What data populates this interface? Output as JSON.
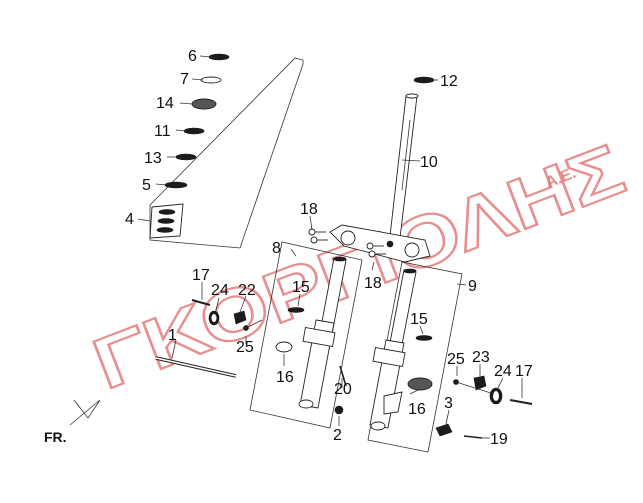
{
  "watermark": {
    "name": "ΓΚΟΡΓΙΟΛΗΣ",
    "suffix": "Α.Ε."
  },
  "direction_label": "FR.",
  "callouts": {
    "c1": "1",
    "c2": "2",
    "c3": "3",
    "c4": "4",
    "c5": "5",
    "c6": "6",
    "c7": "7",
    "c8": "8",
    "c9": "9",
    "c10": "10",
    "c11": "11",
    "c12": "12",
    "c13": "13",
    "c14": "14",
    "c15a": "15",
    "c15b": "15",
    "c16a": "16",
    "c16b": "16",
    "c17a": "17",
    "c17b": "17",
    "c18a": "18",
    "c18b": "18",
    "c19": "19",
    "c20": "20",
    "c22": "22",
    "c23": "23",
    "c24a": "24",
    "c24b": "24",
    "c25a": "25",
    "c25b": "25"
  },
  "colors": {
    "watermark": "#e47b7b",
    "linework": "#222222",
    "background": "#ffffff"
  }
}
